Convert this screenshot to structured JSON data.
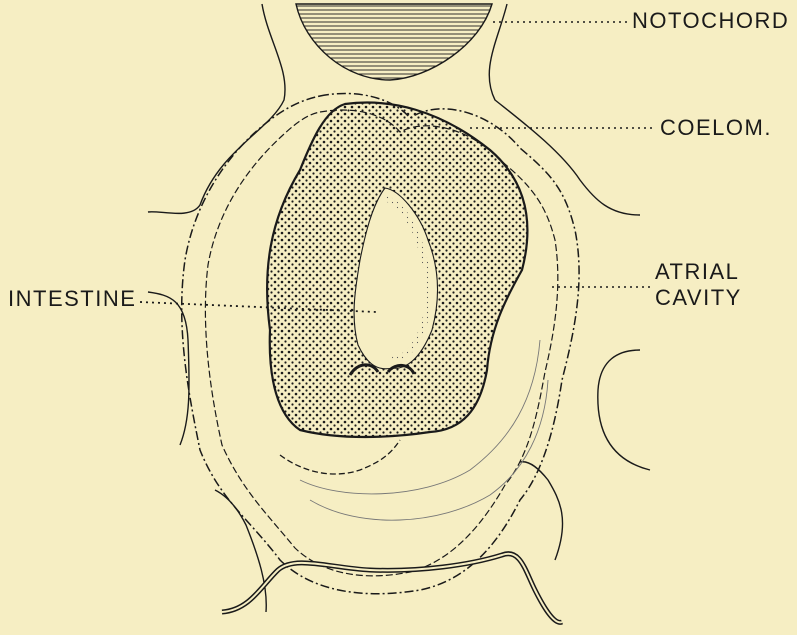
{
  "labels": {
    "notochord": "NOTOCHORD",
    "coelom": "COELOM.",
    "atrial_line1": "ATRIAL",
    "atrial_line2": "CAVITY",
    "intestine": "INTESTINE"
  },
  "colors": {
    "background": "#f6eec3",
    "ink": "#1a1a1a"
  }
}
